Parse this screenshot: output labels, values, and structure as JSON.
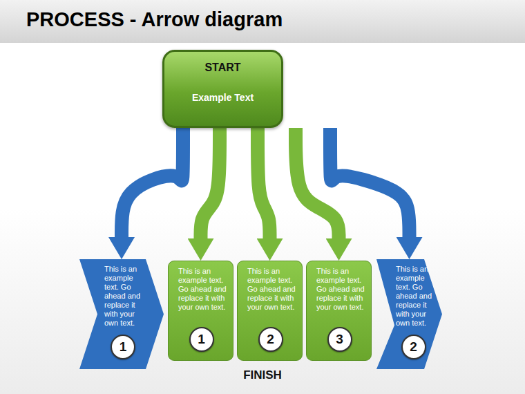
{
  "diagram": {
    "title": "PROCESS - Arrow diagram",
    "nodes": [
      {
        "text": [
          "START",
          "Example Text"
        ]
      },
      {
        "text": [
          "This is an example text. Go ahead and replace it with your own text."
        ]
      },
      {
        "text": [
          "1"
        ],
        "in": 1
      },
      {
        "text": [
          "This is an example text. Go ahead and replace it with your own text."
        ]
      },
      {
        "text": [
          "1"
        ],
        "in": 3
      },
      {
        "text": [
          "This is an example text. Go ahead and replace it with your own text."
        ]
      },
      {
        "text": [
          "2"
        ],
        "in": 5
      },
      {
        "text": [
          "This is an example text. Go ahead and replace it with your own text."
        ]
      },
      {
        "text": [
          "3"
        ],
        "in": 7
      },
      {
        "text": [
          "This is an example text. Go ahead and replace it with your own text."
        ]
      },
      {
        "text": [
          "2"
        ],
        "in": 9
      }
    ],
    "edges": [
      {
        "from": 0,
        "to": 1,
        "arrow": "to"
      },
      {
        "from": 0,
        "to": 3,
        "arrow": "to"
      },
      {
        "from": 0,
        "to": 5,
        "arrow": "to"
      },
      {
        "from": 0,
        "to": 7,
        "arrow": "to"
      },
      {
        "from": 0,
        "to": 9,
        "arrow": "to"
      }
    ],
    "labels": [
      "FINISH"
    ]
  }
}
